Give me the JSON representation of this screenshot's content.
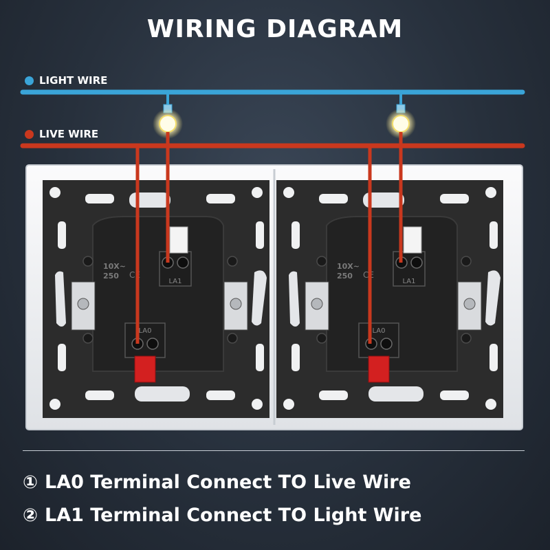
{
  "title": "WIRING DIAGRAM",
  "legend": {
    "light": {
      "label": "LIGHT WIRE",
      "color": "#3aa4d8"
    },
    "live": {
      "label": "LIVE WIRE",
      "color": "#c9381e"
    }
  },
  "switches": [
    {
      "rating_line1": "10X",
      "rating_line2": "250",
      "rating_suffix": "~",
      "mark": "CE",
      "la0_label": "LA0",
      "la1_label": "LA1"
    },
    {
      "rating_line1": "10X",
      "rating_line2": "250",
      "rating_suffix": "~",
      "mark": "CE",
      "la0_label": "LA0",
      "la1_label": "LA1"
    }
  ],
  "notes": [
    {
      "number": "①",
      "text": "LA0 Terminal Connect TO Live Wire"
    },
    {
      "number": "②",
      "text": "LA1 Terminal Connect TO Light Wire"
    }
  ],
  "colors": {
    "plate": "#f4f5f6",
    "module": "#2e2e2e",
    "terminal_red": "#d32020"
  }
}
